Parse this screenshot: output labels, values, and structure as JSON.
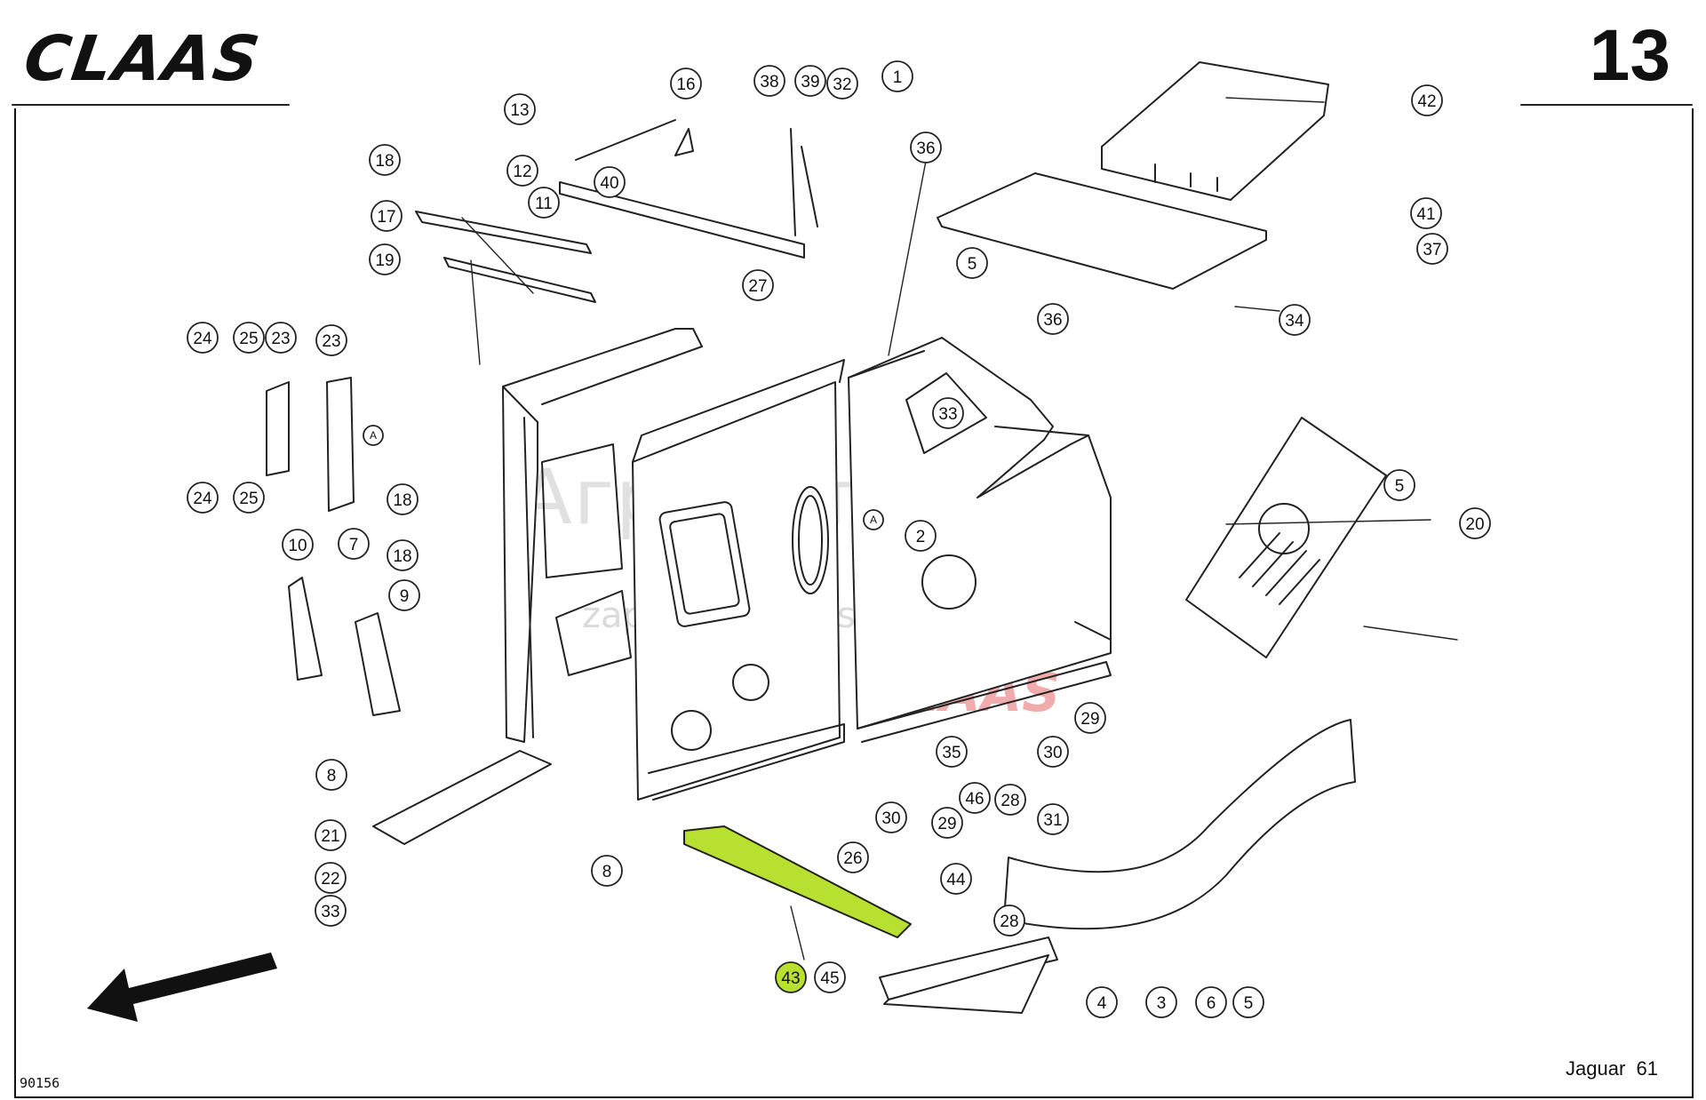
{
  "brand": {
    "logo_text": "CLAAS"
  },
  "page": {
    "number": "13",
    "code": "90156",
    "model": "Jaguar",
    "model_page": "61"
  },
  "watermark": {
    "text": "Агроимпорт",
    "url": "zapchasti-claas.ru",
    "brand": "CLAAS"
  },
  "highlight": {
    "part": "43",
    "color": "#b8e030"
  },
  "callouts": [
    "1",
    "2",
    "3",
    "4",
    "5",
    "5",
    "5",
    "6",
    "7",
    "8",
    "8",
    "9",
    "10",
    "11",
    "12",
    "13",
    "16",
    "17",
    "18",
    "18",
    "18",
    "19",
    "20",
    "21",
    "22",
    "23",
    "23",
    "24",
    "24",
    "25",
    "25",
    "26",
    "27",
    "28",
    "28",
    "29",
    "29",
    "30",
    "30",
    "31",
    "32",
    "33",
    "33",
    "34",
    "35",
    "36",
    "36",
    "37",
    "38",
    "39",
    "40",
    "41",
    "42",
    "43",
    "44",
    "45",
    "46",
    "A",
    "A"
  ]
}
